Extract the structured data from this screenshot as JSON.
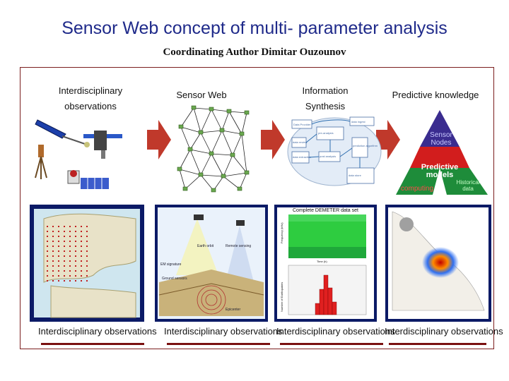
{
  "header": {
    "title": "Sensor Web concept of multi- parameter  analysis",
    "author": "Coordinating Author  Dimitar Ouzounov"
  },
  "columns": [
    {
      "heading_line1": "Interdisciplinary",
      "heading_line2": "observations"
    },
    {
      "heading_line1": "Sensor Web",
      "heading_line2": ""
    },
    {
      "heading_line1": "Information",
      "heading_line2": "Synthesis"
    },
    {
      "heading_line1": "Predictive  knowledge",
      "heading_line2": ""
    }
  ],
  "pyramid": {
    "top": "Sensor\nNodes",
    "middle": "Predictive\nmodels",
    "bottom_left": "computing",
    "bottom_right": "Historical\ndata"
  },
  "flowchart": {
    "labels": [
      "Data Provider",
      "data ingest",
      "pre-analysis",
      "data review",
      "data extraction",
      "post analysis",
      "prediction algorithm",
      "data store"
    ]
  },
  "panel3": {
    "title": "Complete DEMETER data set",
    "xlabel": "Time (h)",
    "ylabel": "Frequency (kHz)",
    "hist_ylabel": "Number of Earthquakes"
  },
  "panel2": {
    "labels": [
      "Earth orbit",
      "EM signature",
      "Remote sensing",
      "Ground sensors",
      "Epicenter"
    ]
  },
  "captions": [
    "Interdisciplinary observations",
    "Interdisciplinary observations",
    "Interdisciplinary observations",
    "Interdisciplinary observations"
  ],
  "colors": {
    "title": "#1f2a8a",
    "frame": "#7b1e1e",
    "arrow": "#c0392b",
    "panel_bg": "#0b1a66",
    "pyramid_top": "#3a2c8f",
    "pyramid_middle": "#d21d1d",
    "pyramid_bottom": "#1e8c3a"
  }
}
